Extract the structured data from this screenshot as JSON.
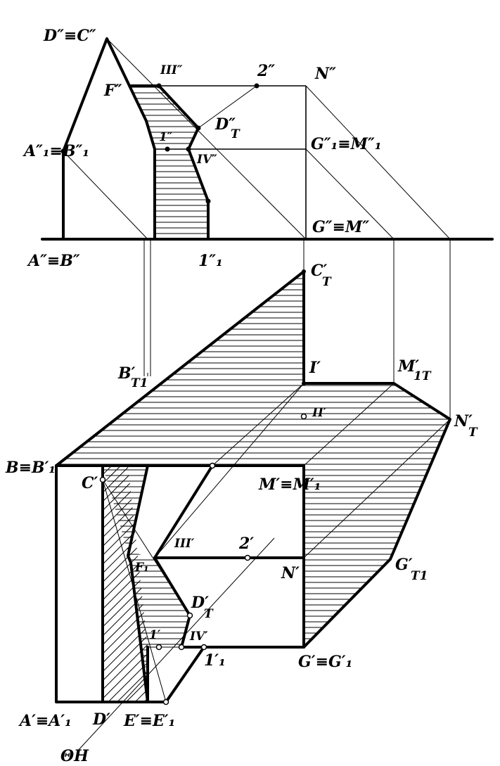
{
  "labels": {
    "D2C2": "D″≡C″",
    "III2": "III″",
    "two2": "2″",
    "N2": "N″",
    "F2": "F″",
    "DT2": "D″",
    "DT2_sub": "T",
    "one2": "1″",
    "A1B1_2": "A″₁≡B″₁",
    "G1M1_2": "G″₁≡M″₁",
    "IV2": "IV″",
    "AB2": "A″≡B″",
    "one1_2": "1″₁",
    "GM2": "G″≡M″",
    "CT1": "C′",
    "CT1_sub": "T",
    "BT1": "B′",
    "BT1_sub": "T1",
    "I1": "I′",
    "M1T": "M′",
    "M1T_sub": "1T",
    "II1": "II′",
    "NT1": "N′",
    "NT1_sub": "T",
    "BB1": "B≡B′₁",
    "C1": "C′",
    "MM1": "M′≡M′₁",
    "III1": "III′",
    "two1": "2′",
    "F1": "F₁",
    "N1": "N′",
    "GT1": "G′",
    "GT1_sub": "T1",
    "DT1": "D′",
    "DT1_sub": "T",
    "one1": "1′",
    "IV1": "IV′",
    "one1_1": "1′₁",
    "GG1": "G′≡G′₁",
    "AA1": "A′≡A′₁",
    "D1": "D′",
    "EE1": "E′≡E′₁",
    "thetaH": "ΘH"
  }
}
